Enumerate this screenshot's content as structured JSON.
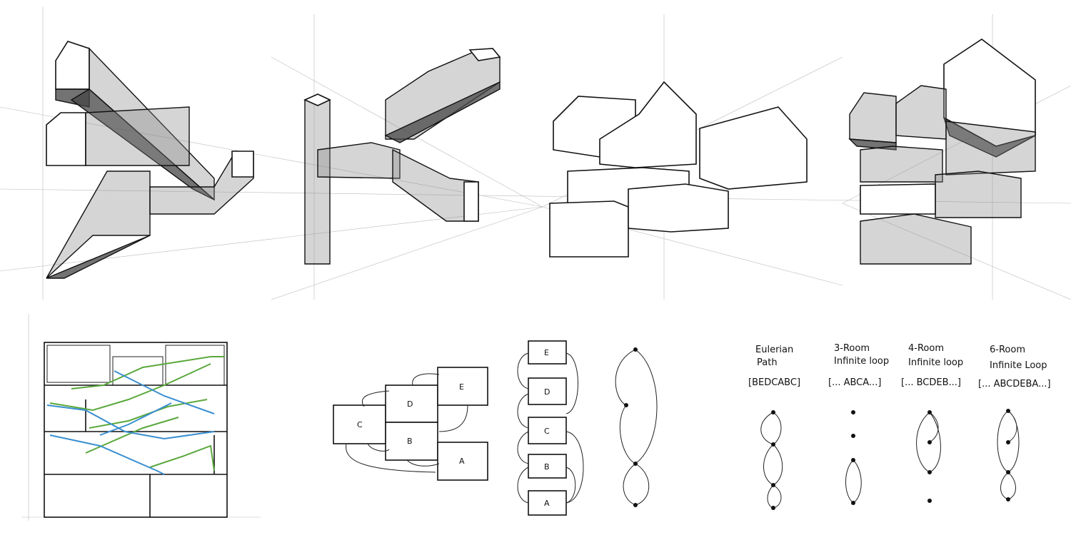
{
  "room_graph": {
    "rooms": [
      "C",
      "D",
      "E",
      "B",
      "A"
    ]
  },
  "room_stack": {
    "rooms": [
      "E",
      "D",
      "C",
      "B",
      "A"
    ]
  },
  "loop_captions": [
    {
      "title_line1": "Eulerian",
      "title_line2": "Path",
      "sequence": "[BEDCABC]"
    },
    {
      "title_line1": "3-Room",
      "title_line2": "Infinite loop",
      "sequence": "[... ABCA...]"
    },
    {
      "title_line1": "4-Room",
      "title_line2": "Infinite loop",
      "sequence": "[... BCDEB...]"
    },
    {
      "title_line1": "6-Room",
      "title_line2": "Infinite Loop",
      "sequence": "[... ABCDEBA...]"
    }
  ],
  "colors": {
    "ink": "#111111",
    "stair_green": "#5aa83c",
    "stair_blue": "#3a8fd0",
    "guide": "#bbbbbb"
  }
}
